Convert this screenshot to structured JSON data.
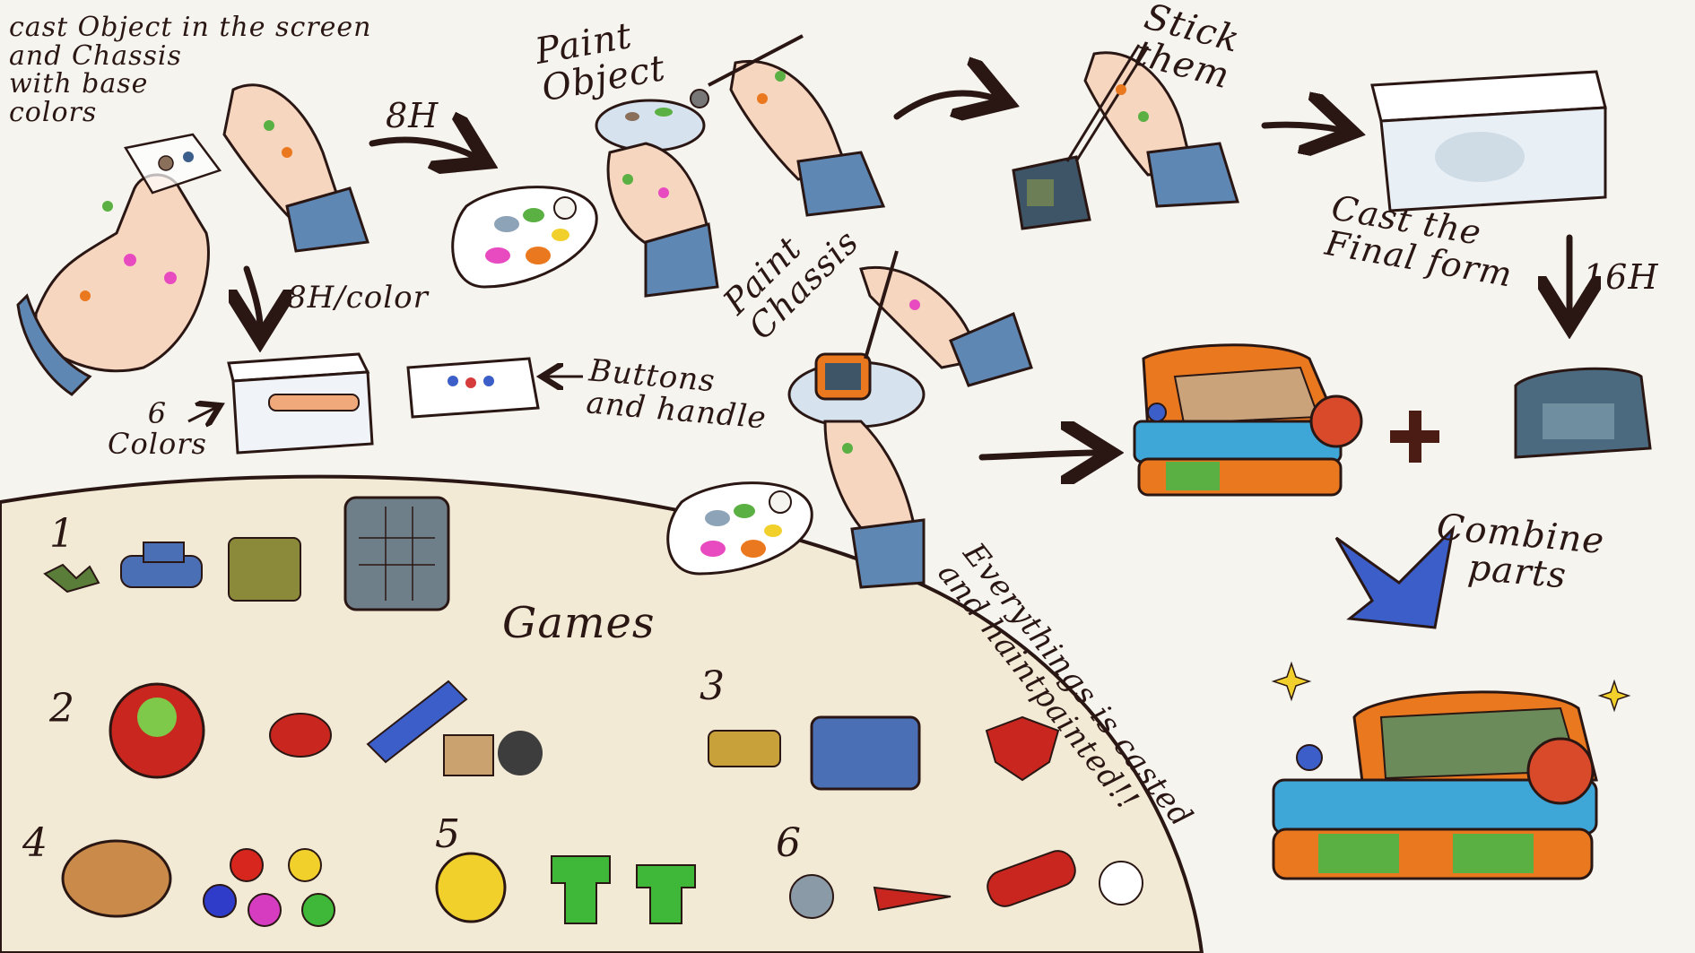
{
  "steps": {
    "cast_object": "cast Object in the screen\nand Chassis\nwith base\ncolors",
    "time_8h": "8H",
    "paint_object": "Paint\nObject",
    "stick_them": "Stick\nthem",
    "cast_final_form": "Cast the\nFinal form",
    "time_16h": "16H",
    "time_8h_color": "8H/color",
    "six_colors": "6\nColors",
    "buttons_handle": "Buttons\nand handle",
    "paint_chassis": "Paint\nChassis",
    "combine_parts": "Combine\nparts",
    "everything_casted": "Everythings is casted\nand haintpainted!!"
  },
  "games": {
    "title": "Games",
    "numbers": [
      "1",
      "2",
      "3",
      "4",
      "5",
      "6"
    ]
  },
  "colors": {
    "background": "#f6f4ef",
    "games_area": "#f3ead6",
    "outline": "#2a1714",
    "arrow": "#2a1714",
    "blue_arrow": "#3b5ec9",
    "cabinet_blue": "#3fa6d8",
    "cabinet_orange": "#e9781f",
    "cabinet_green": "#5bb043",
    "sleeve": "#5f87b4",
    "skin": "#f7d6c0"
  }
}
